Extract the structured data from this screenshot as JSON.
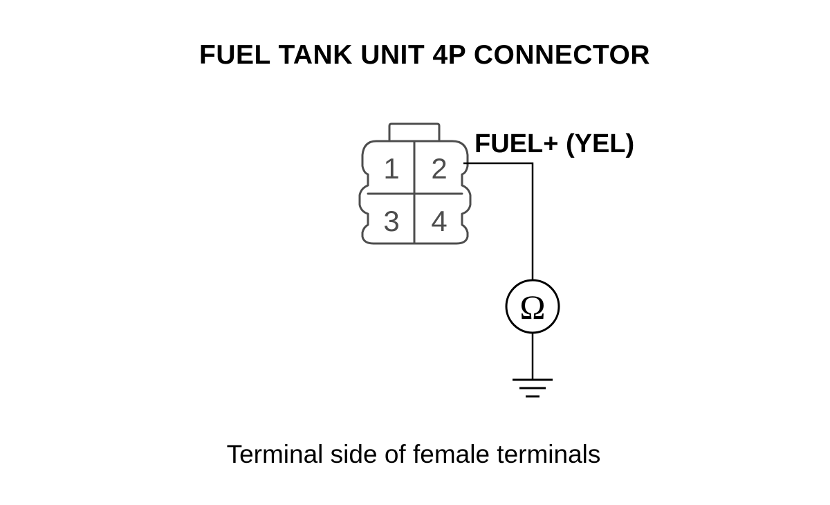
{
  "title": "FUEL TANK UNIT 4P CONNECTOR",
  "connector": {
    "terminals": [
      "1",
      "2",
      "3",
      "4"
    ]
  },
  "wire": {
    "label": "FUEL+ (YEL)",
    "terminal": "2"
  },
  "meter": {
    "symbol": "Ω",
    "icon": "ohmmeter-icon"
  },
  "ground": {
    "icon": "ground-icon"
  },
  "caption": "Terminal side of female terminals"
}
